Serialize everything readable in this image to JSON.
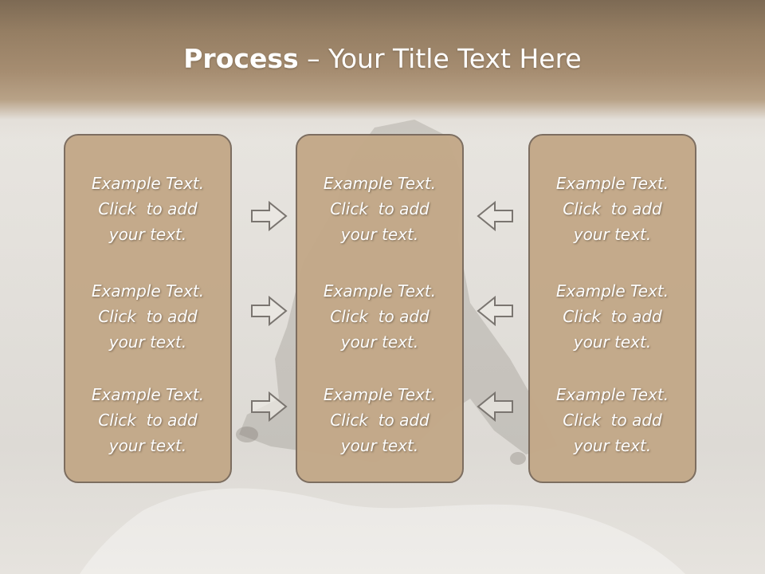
{
  "title": {
    "bold": "Process",
    "rest": " – Your Title Text Here"
  },
  "columns": [
    {
      "name": "left",
      "items": [
        {
          "line1": "Example Text.",
          "line2": "Click  to add",
          "line3": "your text."
        },
        {
          "line1": "Example Text.",
          "line2": "Click  to add",
          "line3": "your text."
        },
        {
          "line1": "Example Text.",
          "line2": "Click  to add",
          "line3": "your text."
        }
      ]
    },
    {
      "name": "center",
      "items": [
        {
          "line1": "Example Text.",
          "line2": "Click  to add",
          "line3": "your text."
        },
        {
          "line1": "Example Text.",
          "line2": "Click  to add",
          "line3": "your text."
        },
        {
          "line1": "Example Text.",
          "line2": "Click  to add",
          "line3": "your text."
        }
      ]
    },
    {
      "name": "right",
      "items": [
        {
          "line1": "Example Text.",
          "line2": "Click  to add",
          "line3": "your text."
        },
        {
          "line1": "Example Text.",
          "line2": "Click  to add",
          "line3": "your text."
        },
        {
          "line1": "Example Text.",
          "line2": "Click  to add",
          "line3": "your text."
        }
      ]
    }
  ],
  "arrows": {
    "left_group": [
      "arrow-right-icon",
      "arrow-right-icon",
      "arrow-right-icon"
    ],
    "right_group": [
      "arrow-left-icon",
      "arrow-left-icon",
      "arrow-left-icon"
    ]
  },
  "colors": {
    "header": "#957e63",
    "box_fill": "#c3a989",
    "box_border": "#7a6b5d",
    "text": "#ffffff",
    "arrow_stroke": "#7a7570"
  }
}
